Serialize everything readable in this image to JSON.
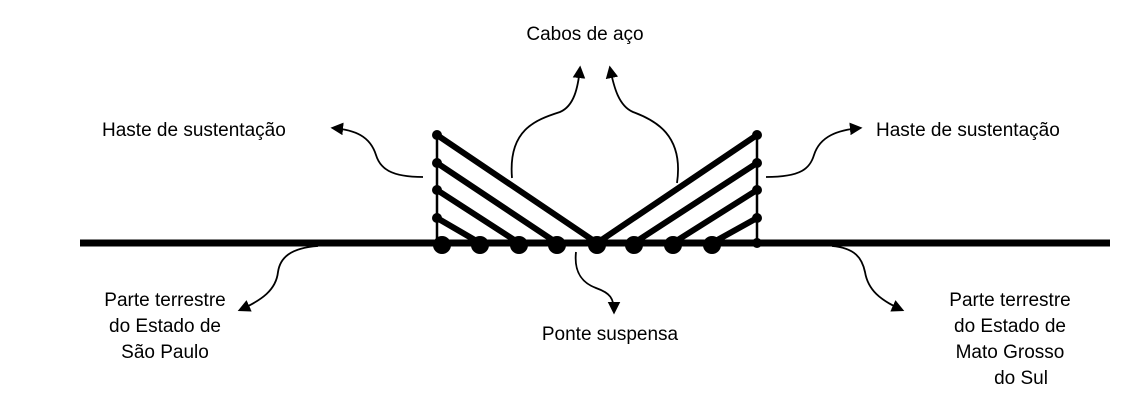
{
  "labels": {
    "cables": "Cabos de aço",
    "rod_left": "Haste de sustentação",
    "rod_right": "Haste de sustentação",
    "bridge": "Ponte suspensa",
    "land_sp": [
      "Parte terrestre",
      "do Estado de",
      "São Paulo"
    ],
    "land_ms": [
      "Parte terrestre",
      "do Estado de",
      "Mato Grosso",
      "do Sul"
    ]
  },
  "colors": {
    "ink": "#000000",
    "background": "#ffffff"
  }
}
